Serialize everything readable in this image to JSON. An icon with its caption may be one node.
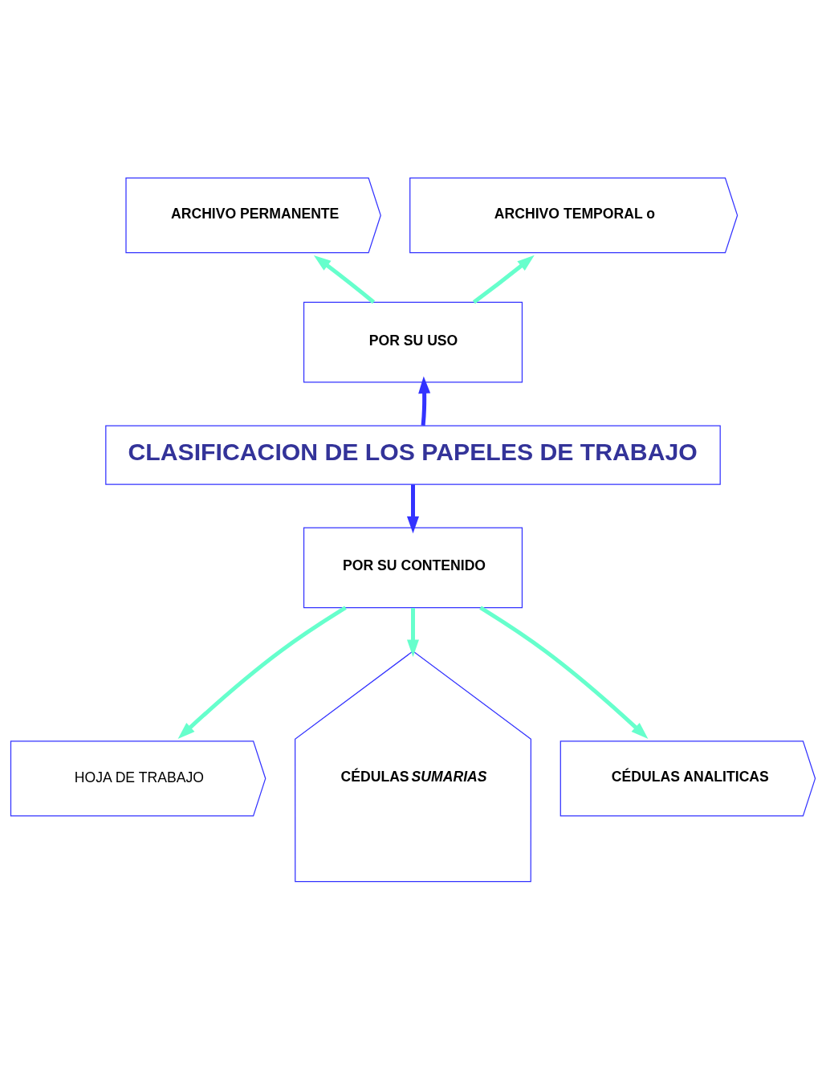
{
  "diagram": {
    "nodes": [
      {
        "text": [
          "CLASIFICACION DE LOS PAPELES DE TRABAJO"
        ]
      },
      {
        "text": [
          "POR SU USO"
        ]
      },
      {
        "text": [
          "POR SU CONTENIDO"
        ]
      },
      {
        "text": [
          "ARCHIVO PERMANENTE"
        ]
      },
      {
        "text": [
          "ARCHIVO TEMPORAL o"
        ]
      },
      {
        "text": [
          "HOJA DE TRABAJO"
        ]
      },
      {
        "text": [
          "CÉDULAS *SUMARIAS*"
        ]
      },
      {
        "text": [
          "CÉDULAS ANALITICAS"
        ]
      }
    ],
    "edges": [
      {
        "from": 0,
        "to": 1,
        "arrow": "to",
        "color": "#3333ff"
      },
      {
        "from": 0,
        "to": 2,
        "arrow": "to",
        "color": "#3333ff"
      },
      {
        "from": 1,
        "to": 3,
        "arrow": "to"
      },
      {
        "from": 1,
        "to": 4,
        "arrow": "to"
      },
      {
        "from": 2,
        "to": 5,
        "arrow": "to"
      },
      {
        "from": 2,
        "to": 6,
        "arrow": "to"
      },
      {
        "from": 2,
        "to": 7,
        "arrow": "to"
      }
    ]
  }
}
